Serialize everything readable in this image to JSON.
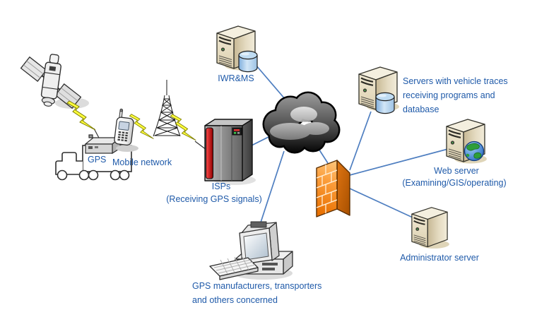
{
  "diagram": {
    "title": "GPS vehicle tracking system network diagram",
    "colors": {
      "label_text": "#1F5AA9",
      "connector_blue": "#4E7EC0",
      "lightning_yellow": "#FFFF3C",
      "firewall_orange": "#F58220",
      "server_beige": "#E7DDC2",
      "database_blue": "#A8CBE8",
      "isps_red_stripe": "#C00000",
      "cloud_dark": "#1A1A1A"
    },
    "labels": {
      "gps": "GPS",
      "mobile_network": "Mobile network",
      "iwrms": "IWR&MS",
      "isps": [
        "ISPs",
        "(Receiving GPS signals)"
      ],
      "vehicle_server": [
        "Servers with vehicle traces",
        "receiving programs and",
        "database"
      ],
      "web_server": [
        "Web server",
        "(Examining/GIS/operating)"
      ],
      "admin_server": "Administrator server",
      "manufacturers": [
        "GPS manufacturers, transporters",
        "and others concerned"
      ]
    },
    "nodes": [
      {
        "id": "satellite",
        "icon": "satellite-icon",
        "label": ""
      },
      {
        "id": "truck",
        "icon": "truck-icon",
        "label": ""
      },
      {
        "id": "gps_device",
        "icon": "gps-device-icon",
        "label": "GPS"
      },
      {
        "id": "mobile_phone",
        "icon": "mobile-phone-icon",
        "label": "Mobile network"
      },
      {
        "id": "cell_tower",
        "icon": "cell-tower-icon",
        "label": ""
      },
      {
        "id": "isps_server",
        "icon": "mainframe-icon",
        "label": "ISPs (Receiving GPS signals)"
      },
      {
        "id": "iwrms_server",
        "icon": "server-database-icon",
        "label": "IWR&MS"
      },
      {
        "id": "internet_cloud",
        "icon": "cloud-icon",
        "label": ""
      },
      {
        "id": "vehicle_server",
        "icon": "server-database-icon",
        "label": "Servers with vehicle traces receiving programs and database"
      },
      {
        "id": "firewall",
        "icon": "firewall-icon",
        "label": ""
      },
      {
        "id": "web_server",
        "icon": "server-globe-icon",
        "label": "Web server (Examining/GIS/operating)"
      },
      {
        "id": "admin_server",
        "icon": "server-icon",
        "label": "Administrator server"
      },
      {
        "id": "workstation",
        "icon": "desktop-computer-icon",
        "label": "GPS manufacturers, transporters and others concerned"
      }
    ],
    "connections": [
      {
        "from": "satellite",
        "to": "gps_device",
        "type": "radio-lightning"
      },
      {
        "from": "mobile_phone",
        "to": "cell_tower",
        "type": "radio-lightning"
      },
      {
        "from": "cell_tower",
        "to": "isps_server",
        "type": "radio-lightning"
      },
      {
        "from": "iwrms_server",
        "to": "internet_cloud",
        "type": "line"
      },
      {
        "from": "isps_server",
        "to": "internet_cloud",
        "type": "line"
      },
      {
        "from": "internet_cloud",
        "to": "workstation",
        "type": "line"
      },
      {
        "from": "internet_cloud",
        "to": "firewall",
        "type": "line"
      },
      {
        "from": "vehicle_server",
        "to": "firewall",
        "type": "line"
      },
      {
        "from": "firewall",
        "to": "web_server",
        "type": "line"
      },
      {
        "from": "firewall",
        "to": "admin_server",
        "type": "line"
      }
    ]
  }
}
